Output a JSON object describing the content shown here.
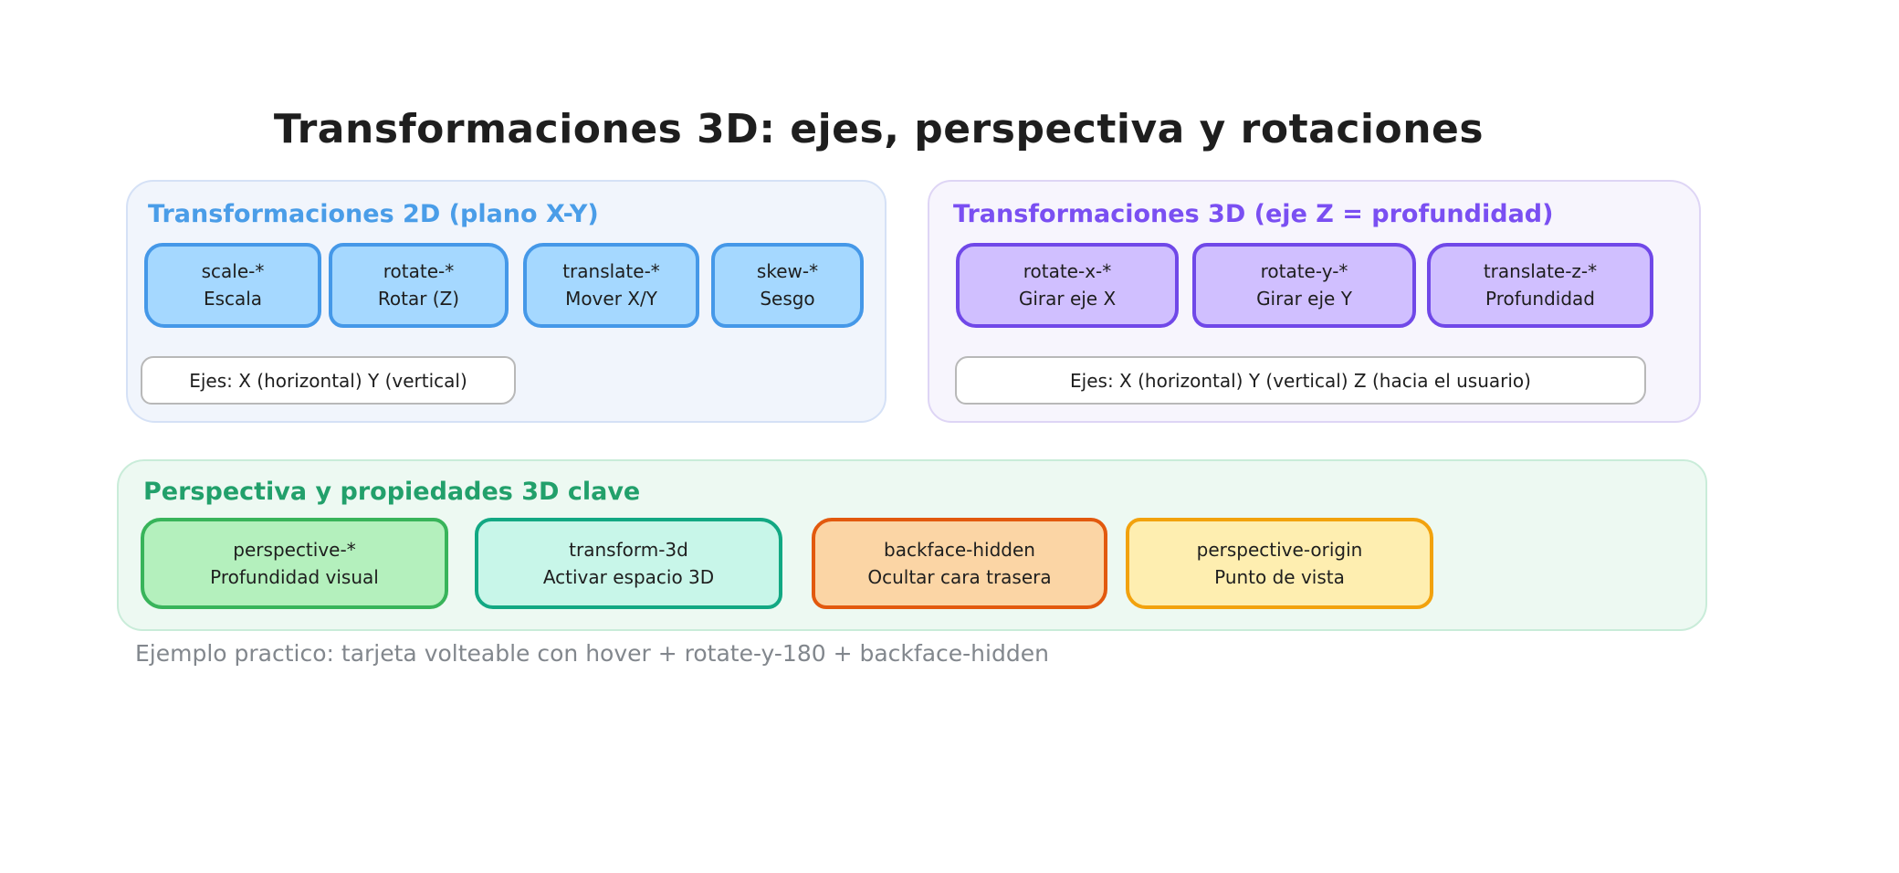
{
  "title": "Transformaciones 3D: ejes, perspectiva y rotaciones",
  "panel_2d": {
    "header": "Transformaciones 2D (plano X-Y)",
    "cards": [
      {
        "code": "scale-*",
        "label": "Escala"
      },
      {
        "code": "rotate-*",
        "label": "Rotar (Z)"
      },
      {
        "code": "translate-*",
        "label": "Mover X/Y"
      },
      {
        "code": "skew-*",
        "label": "Sesgo"
      }
    ],
    "axes_note": "Ejes: X (horizontal) Y (vertical)"
  },
  "panel_3d": {
    "header": "Transformaciones 3D (eje Z = profundidad)",
    "cards": [
      {
        "code": "rotate-x-*",
        "label": "Girar eje X"
      },
      {
        "code": "rotate-y-*",
        "label": "Girar eje Y"
      },
      {
        "code": "translate-z-*",
        "label": "Profundidad"
      }
    ],
    "axes_note": "Ejes: X (horizontal) Y (vertical) Z (hacia el usuario)"
  },
  "panel_persp": {
    "header": "Perspectiva y propiedades 3D clave",
    "cards": [
      {
        "code": "perspective-*",
        "label": "Profundidad visual"
      },
      {
        "code": "transform-3d",
        "label": "Activar espacio 3D"
      },
      {
        "code": "backface-hidden",
        "label": "Ocultar cara trasera"
      },
      {
        "code": "perspective-origin",
        "label": "Punto de vista"
      }
    ]
  },
  "caption": "Ejemplo practico: tarjeta volteable con hover + rotate-y-180 + backface-hidden",
  "colors": {
    "title_text": "#1e1e1e",
    "card_text": "#1e1e1e",
    "caption_text": "#82878d",
    "blue_header": "#4a9de8",
    "blue_card_bg": "#a5d8ff",
    "blue_card_border": "#4598e8",
    "panel2d_bg": "#f1f5fc",
    "panel2d_border": "#d5e1f6",
    "purple_header": "#7a4ff2",
    "purple_card_bg": "#d0bfff",
    "purple_card_border": "#7048e8",
    "panel3d_bg": "#f7f5fd",
    "panel3d_border": "#ded5f5",
    "green_header": "#22a06b",
    "panelpersp_bg": "#edf9f2",
    "panelpersp_border": "#c9ecd9",
    "green_card_bg": "#b4f0bd",
    "green_card_border": "#38b45a",
    "teal_card_bg": "#c8f6e9",
    "teal_card_border": "#12a883",
    "orange_card_bg": "#fbd5a5",
    "orange_card_border": "#e2590e",
    "yellow_card_bg": "#feeeb0",
    "yellow_card_border": "#f2a20d",
    "axes_bg": "#ffffff",
    "axes_border": "#b8b8b8"
  }
}
